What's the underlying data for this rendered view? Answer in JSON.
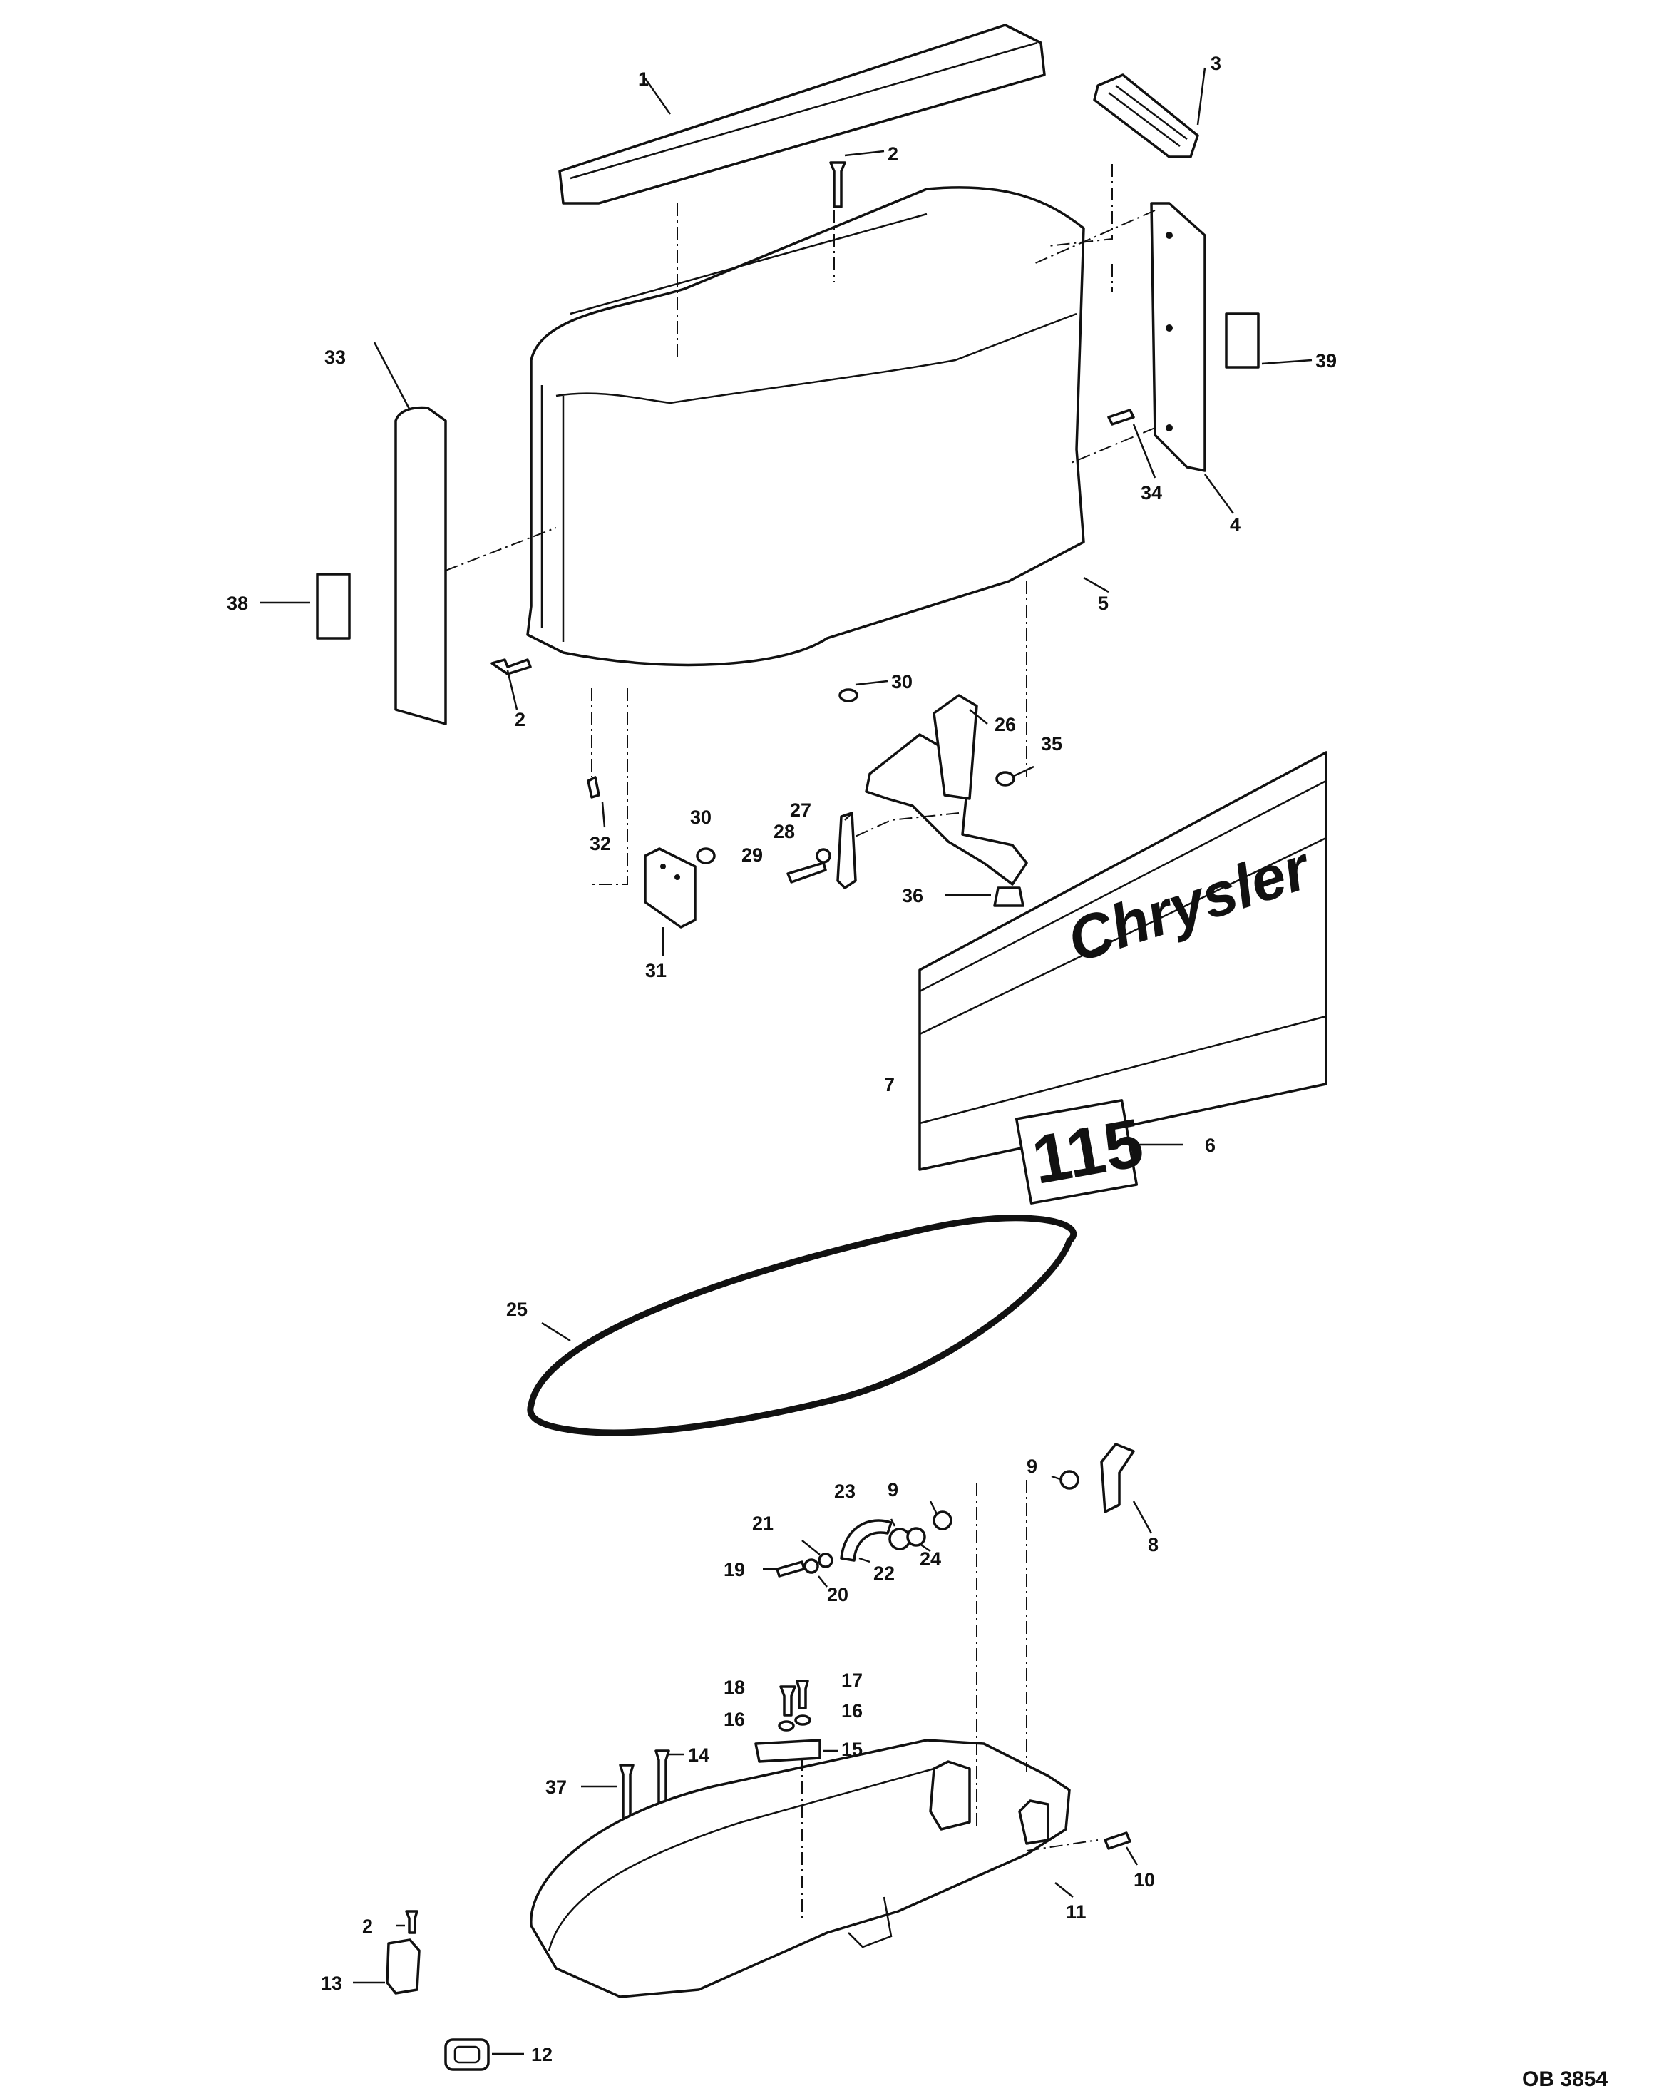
{
  "drawing_number": "OB 3854",
  "decal_brand_text": "Chrysler",
  "decal_hp_text": "115",
  "callouts": {
    "c1": "1",
    "c2a": "2",
    "c2b": "2",
    "c2c": "2",
    "c3": "3",
    "c4": "4",
    "c5": "5",
    "c6": "6",
    "c7": "7",
    "c8": "8",
    "c9a": "9",
    "c9b": "9",
    "c10": "10",
    "c11": "11",
    "c12": "12",
    "c13": "13",
    "c14": "14",
    "c15": "15",
    "c16a": "16",
    "c16b": "16",
    "c17": "17",
    "c18": "18",
    "c19": "19",
    "c20": "20",
    "c21": "21",
    "c22": "22",
    "c23": "23",
    "c24": "24",
    "c25": "25",
    "c26": "26",
    "c27": "27",
    "c28": "28",
    "c29": "29",
    "c30a": "30",
    "c30b": "30",
    "c31": "31",
    "c32": "32",
    "c33": "33",
    "c34": "34",
    "c35": "35",
    "c36": "36",
    "c37": "37",
    "c38": "38",
    "c39": "39"
  }
}
